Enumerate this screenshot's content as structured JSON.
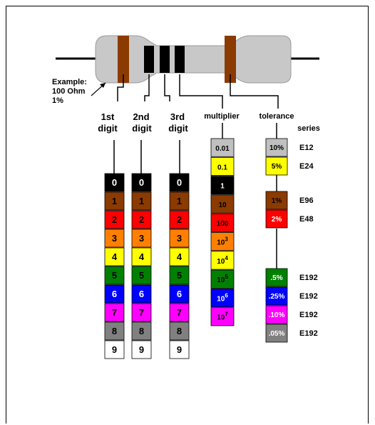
{
  "example": {
    "line1": "Example:",
    "line2": "100 Ohm",
    "line3": "1%"
  },
  "headers": {
    "d1": [
      "1st",
      "digit"
    ],
    "d2": [
      "2nd",
      "digit"
    ],
    "d3": [
      "3rd",
      "digit"
    ],
    "multiplier": "multiplier",
    "tolerance": "tolerance",
    "series": "series"
  },
  "digits": [
    {
      "label": "0",
      "color": "#000000",
      "text": "#ffffff"
    },
    {
      "label": "1",
      "color": "#8b3a00",
      "text": "#000000"
    },
    {
      "label": "2",
      "color": "#ff0000",
      "text": "#000000"
    },
    {
      "label": "3",
      "color": "#ff8000",
      "text": "#000000"
    },
    {
      "label": "4",
      "color": "#ffff00",
      "text": "#000000"
    },
    {
      "label": "5",
      "color": "#008000",
      "text": "#000000"
    },
    {
      "label": "6",
      "color": "#0000ff",
      "text": "#ffffff"
    },
    {
      "label": "7",
      "color": "#ff00ff",
      "text": "#000000"
    },
    {
      "label": "8",
      "color": "#808080",
      "text": "#000000"
    },
    {
      "label": "9",
      "color": "#ffffff",
      "text": "#000000"
    }
  ],
  "multiplier": [
    {
      "base": "0.01",
      "exp": "",
      "color": "#c0c0c0",
      "text": "#000000"
    },
    {
      "base": "0.1",
      "exp": "",
      "color": "#ffff00",
      "text": "#000000"
    },
    {
      "base": "1",
      "exp": "",
      "color": "#000000",
      "text": "#ffffff"
    },
    {
      "base": "10",
      "exp": "",
      "color": "#8b3a00",
      "text": "#000000"
    },
    {
      "base": "100",
      "exp": "",
      "color": "#ff0000",
      "text": "#000000"
    },
    {
      "base": "10",
      "exp": "3",
      "color": "#ff8000",
      "text": "#000000"
    },
    {
      "base": "10",
      "exp": "4",
      "color": "#ffff00",
      "text": "#000000"
    },
    {
      "base": "10",
      "exp": "5",
      "color": "#008000",
      "text": "#000000"
    },
    {
      "base": "10",
      "exp": "6",
      "color": "#0000ff",
      "text": "#ffffff"
    },
    {
      "base": "10",
      "exp": "7",
      "color": "#ff00ff",
      "text": "#000000"
    }
  ],
  "tolerance": [
    {
      "label": "10%",
      "series": "E12",
      "color": "#c0c0c0",
      "text": "#000000"
    },
    {
      "label": "5%",
      "series": "E24",
      "color": "#ffff00",
      "text": "#000000"
    },
    {
      "label": "1%",
      "series": "E96",
      "color": "#8b3a00",
      "text": "#000000"
    },
    {
      "label": "2%",
      "series": "E48",
      "color": "#ff0000",
      "text": "#ffffff"
    },
    {
      "label": ".5%",
      "series": "E192",
      "color": "#008000",
      "text": "#ffffff"
    },
    {
      "label": ".25%",
      "series": "E192",
      "color": "#0000ff",
      "text": "#ffffff"
    },
    {
      "label": ".10%",
      "series": "E192",
      "color": "#ff00ff",
      "text": "#ffffff"
    },
    {
      "label": ".05%",
      "series": "E192",
      "color": "#808080",
      "text": "#ffffff"
    }
  ],
  "resistor_bands": [
    "#8b3a00",
    "#000000",
    "#000000",
    "#000000",
    "#8b3a00"
  ],
  "colors": {
    "body": "#c8c8c8",
    "lead": "#000000"
  }
}
